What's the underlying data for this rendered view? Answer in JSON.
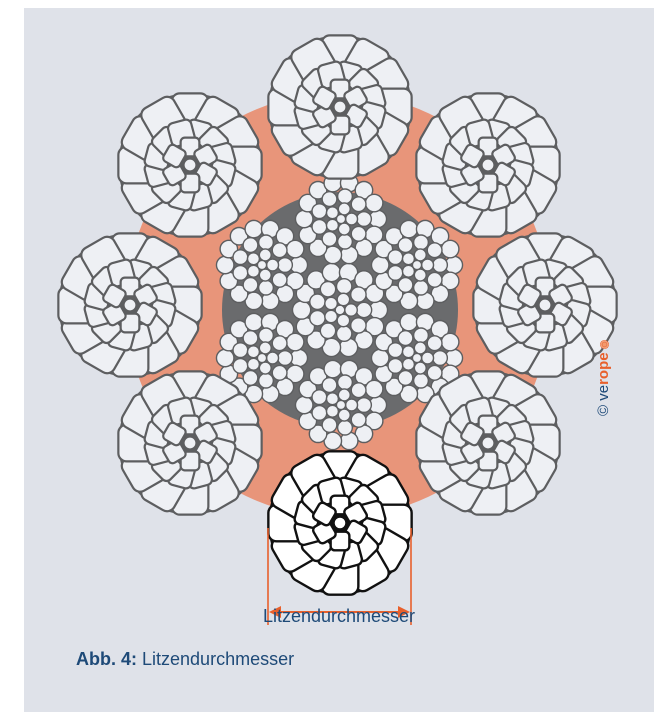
{
  "labels": {
    "dimension": "Litzendurchmesser",
    "caption_prefix": "Abb. 4:",
    "caption_text": "Litzendurchmesser",
    "copyright_symbol": "©",
    "brand_ve": "ve",
    "brand_rope": "rope"
  },
  "colors": {
    "panel_background": "#dfe2e9",
    "core_fill": "#e8957a",
    "iwrc_fill": "#6a6b6d",
    "wire_fill": "#eef0f4",
    "wire_stroke": "#5d5e60",
    "highlight_strand_fill": "#ffffff",
    "highlight_strand_stroke": "#111111",
    "dimension_line": "#e8602c",
    "text": "#1e4a78",
    "brand_accent": "#e8602c"
  },
  "icons": {
    "logo": "verope-dot-logo-icon"
  }
}
